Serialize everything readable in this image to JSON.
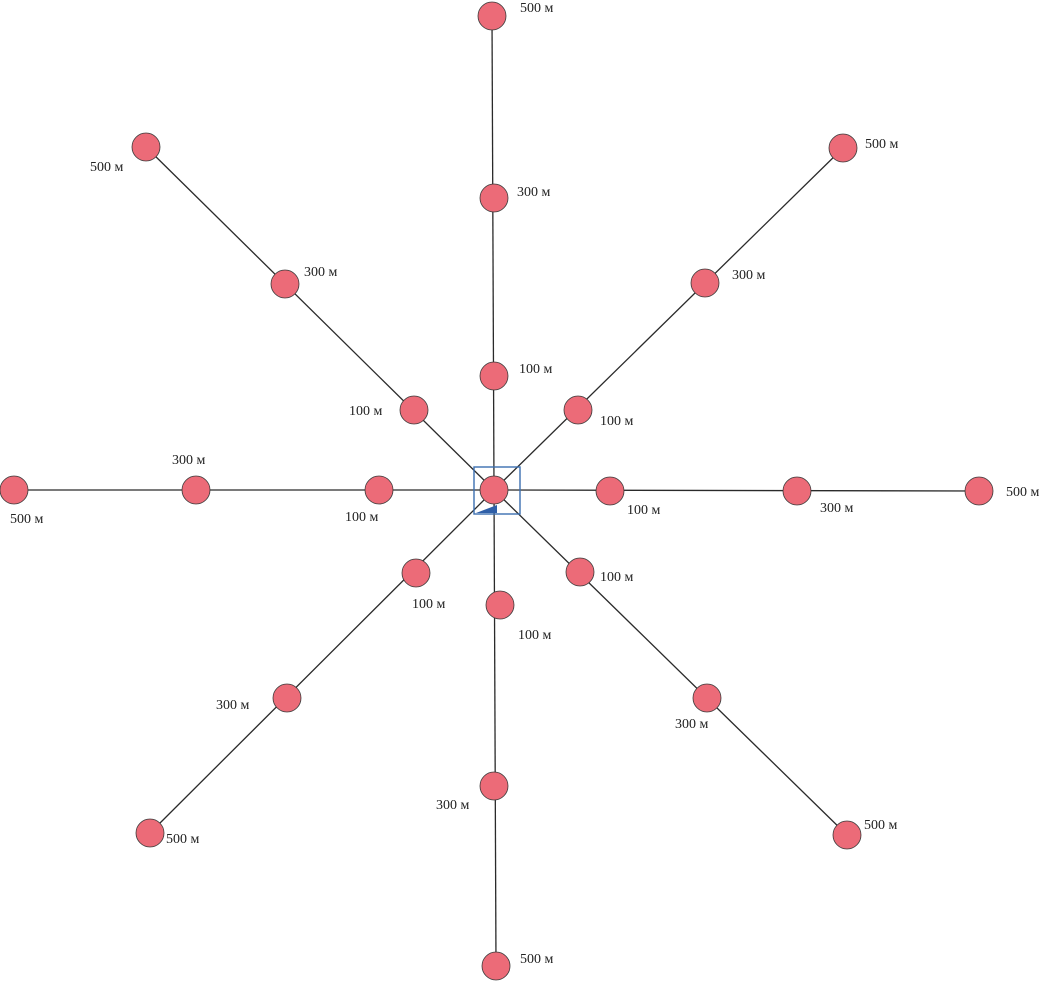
{
  "diagram": {
    "unit": "м",
    "rays": [
      {
        "id": "north",
        "points": [
          {
            "label": "100 м"
          },
          {
            "label": "300 м"
          },
          {
            "label": "500 м"
          }
        ]
      },
      {
        "id": "north-east",
        "points": [
          {
            "label": "100 м"
          },
          {
            "label": "300 м"
          },
          {
            "label": "500 м"
          }
        ]
      },
      {
        "id": "east",
        "points": [
          {
            "label": "100 м"
          },
          {
            "label": "300 м"
          },
          {
            "label": "500 м"
          }
        ]
      },
      {
        "id": "south-east",
        "points": [
          {
            "label": "100 м"
          },
          {
            "label": "300 м"
          },
          {
            "label": "500 м"
          }
        ]
      },
      {
        "id": "south",
        "points": [
          {
            "label": "100 м"
          },
          {
            "label": "300 м"
          },
          {
            "label": "500 м"
          }
        ]
      },
      {
        "id": "south-west",
        "points": [
          {
            "label": "100 м"
          },
          {
            "label": "300 м"
          },
          {
            "label": "500 м"
          }
        ]
      },
      {
        "id": "west",
        "points": [
          {
            "label": "100 м"
          },
          {
            "label": "300 м"
          },
          {
            "label": "500 м"
          }
        ]
      },
      {
        "id": "north-west",
        "points": [
          {
            "label": "100 м"
          },
          {
            "label": "300 м"
          },
          {
            "label": "500 м"
          }
        ]
      }
    ],
    "colors": {
      "node_fill": "#ec6b78",
      "center_box": "#3b6fb0",
      "line": "#2a2a2a"
    }
  }
}
